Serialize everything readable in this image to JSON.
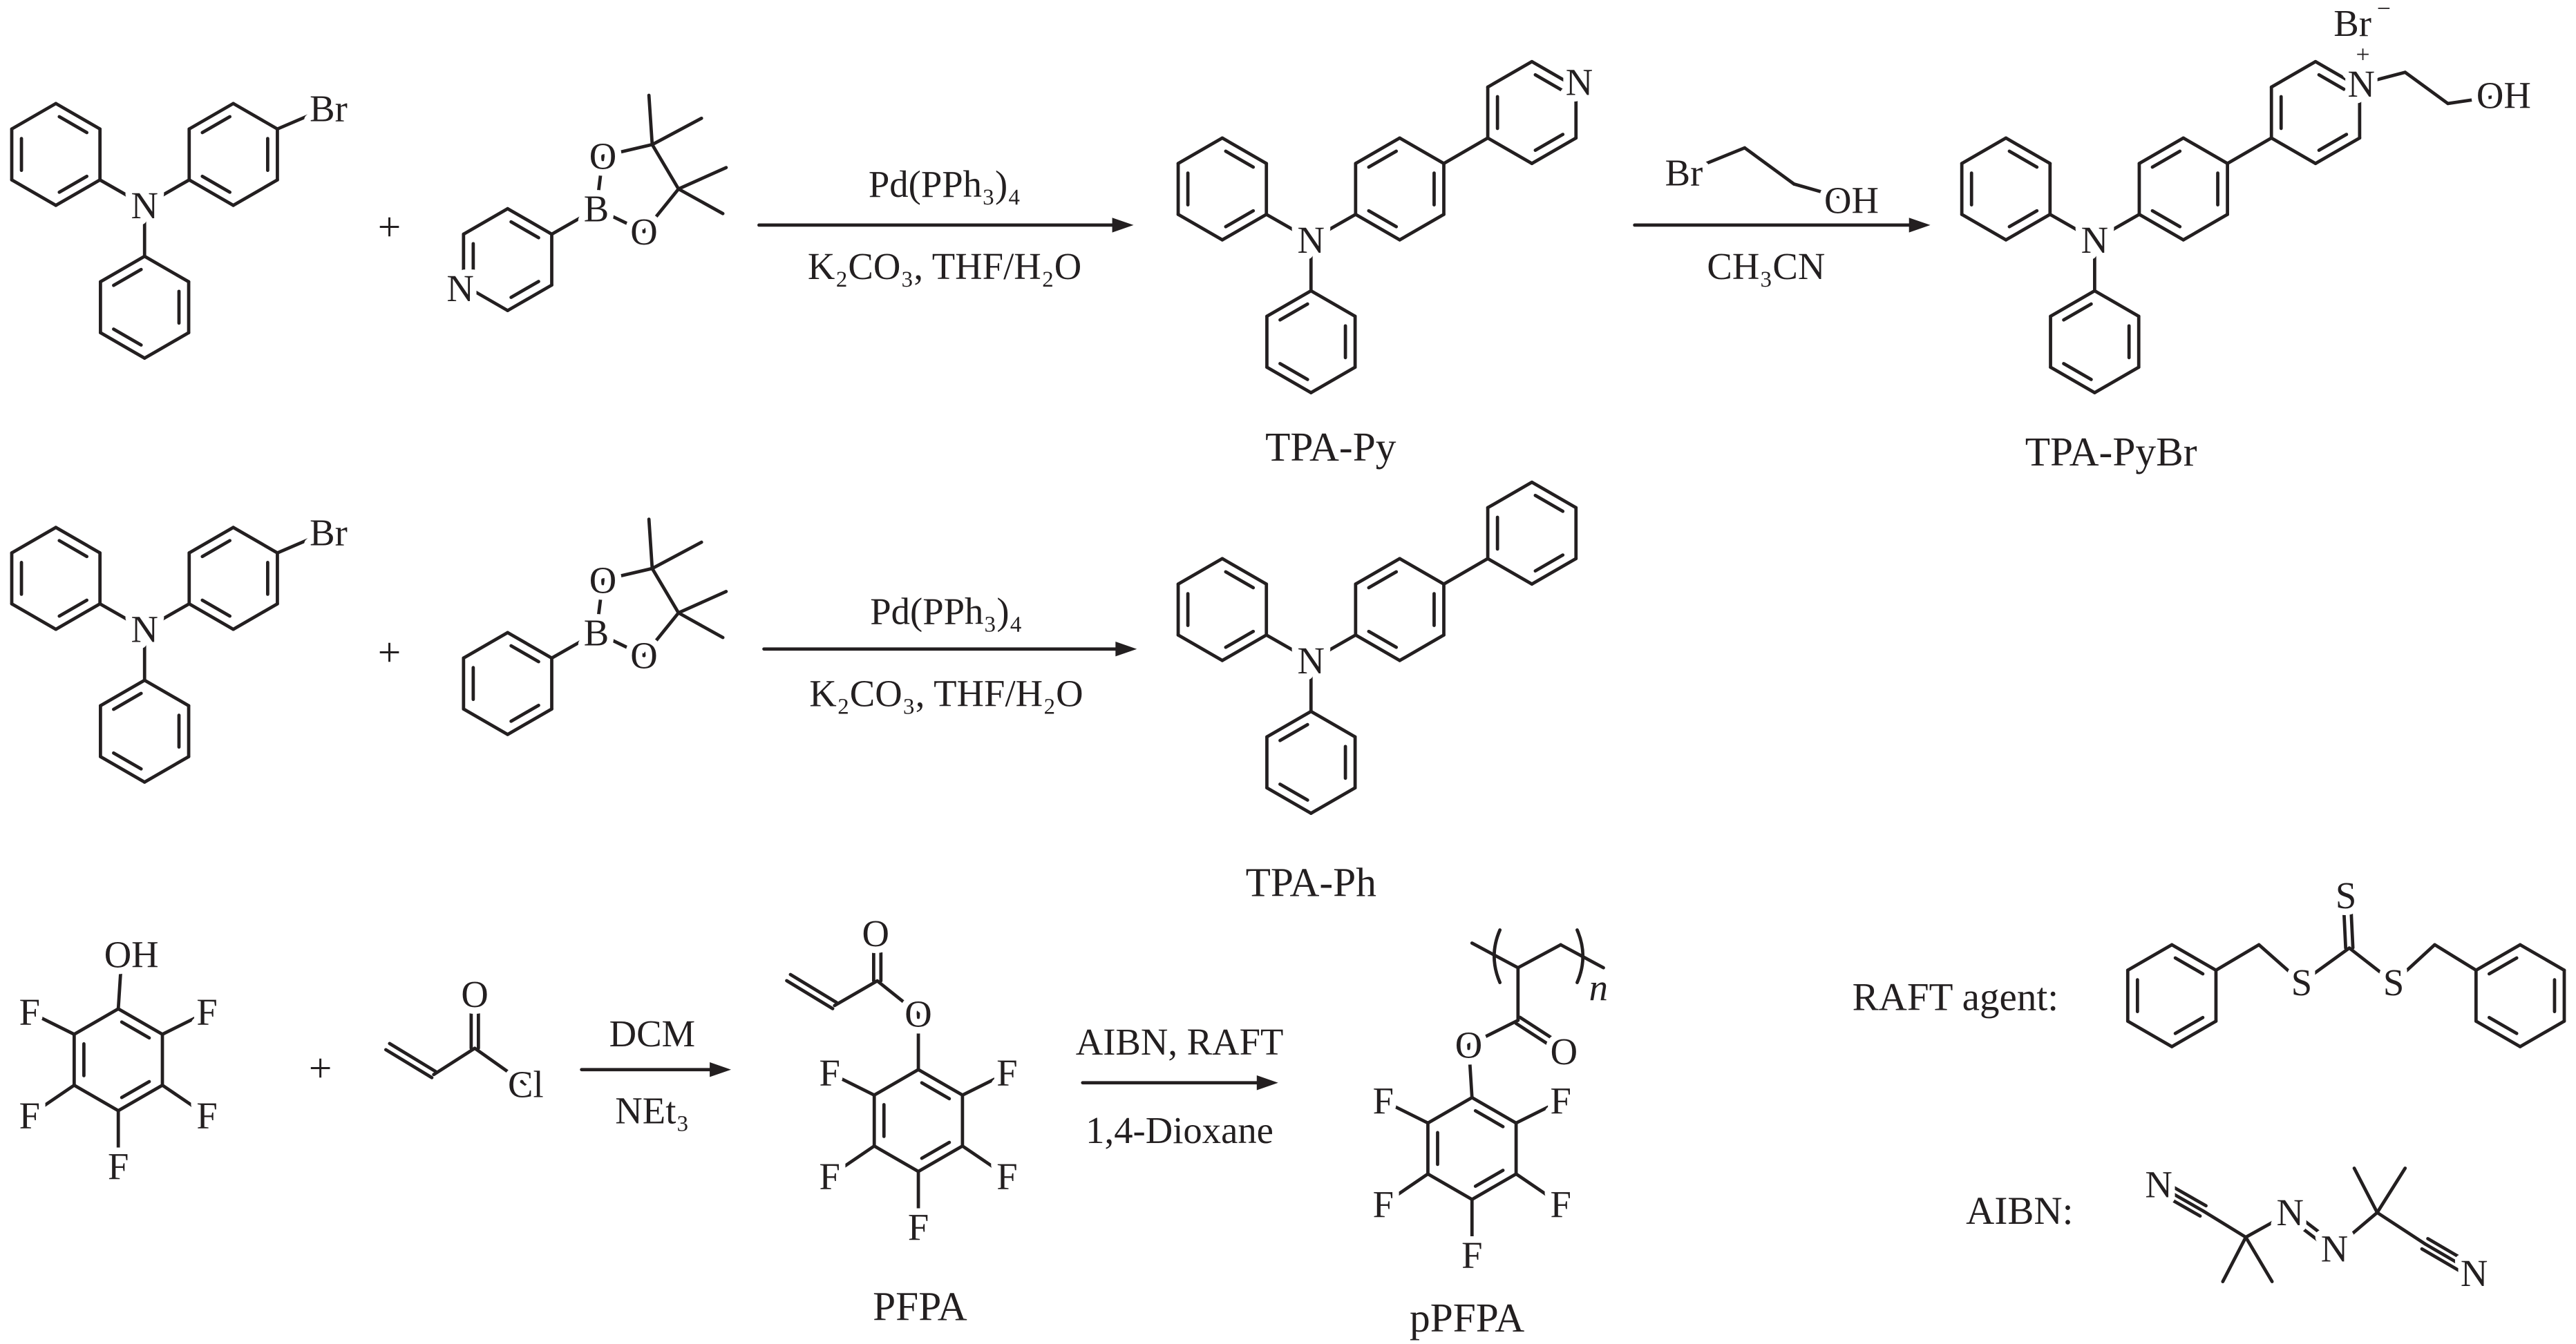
{
  "reaction_1": {
    "reactant_a": {
      "n": "N",
      "br": "Br"
    },
    "plus": "+",
    "reactant_b": {
      "n": "N",
      "b": "B",
      "o1": "O",
      "o2": "O"
    },
    "conditions_above": "Pd(PPh₃)₄",
    "conditions_below": "K₂CO₃, THF/H₂O",
    "product": {
      "n": "N",
      "py_n": "N",
      "name": "TPA-Py"
    }
  },
  "reaction_2": {
    "reagent": {
      "br": "Br",
      "oh": "OH"
    },
    "conditions_below": "CH₃CN",
    "product": {
      "n": "N",
      "py_n": "N",
      "plus_charge": "+",
      "counterion": "Br",
      "minus_charge": "−",
      "oh": "OH",
      "name": "TPA-PyBr"
    }
  },
  "reaction_3": {
    "reactant_a": {
      "n": "N",
      "br": "Br"
    },
    "plus": "+",
    "reactant_b": {
      "b": "B",
      "o1": "O",
      "o2": "O"
    },
    "conditions_above": "Pd(PPh₃)₄",
    "conditions_below": "K₂CO₃, THF/H₂O",
    "product": {
      "n": "N",
      "name": "TPA-Ph"
    }
  },
  "reaction_4": {
    "reactant_a": {
      "oh": "OH",
      "f": [
        "F",
        "F",
        "F",
        "F",
        "F"
      ]
    },
    "plus": "+",
    "reactant_b": {
      "o": "O",
      "cl": "Cl"
    },
    "conditions_above": "DCM",
    "conditions_below": "NEt₃",
    "product": {
      "o_carbonyl": "O",
      "o_ester": "O",
      "f": [
        "F",
        "F",
        "F",
        "F",
        "F"
      ],
      "name": "PFPA"
    }
  },
  "reaction_5": {
    "conditions_above": "AIBN, RAFT",
    "conditions_below": "1,4-Dioxane",
    "product": {
      "o_carbonyl": "O",
      "o_ester": "O",
      "f": [
        "F",
        "F",
        "F",
        "F",
        "F"
      ],
      "repeat": "n",
      "name": "pPFPA"
    }
  },
  "legend": {
    "raft_agent": {
      "label": "RAFT agent:",
      "s": [
        "S",
        "S",
        "S"
      ]
    },
    "aibn": {
      "label": "AIBN:",
      "n": [
        "N",
        "N",
        "N",
        "N"
      ]
    }
  }
}
